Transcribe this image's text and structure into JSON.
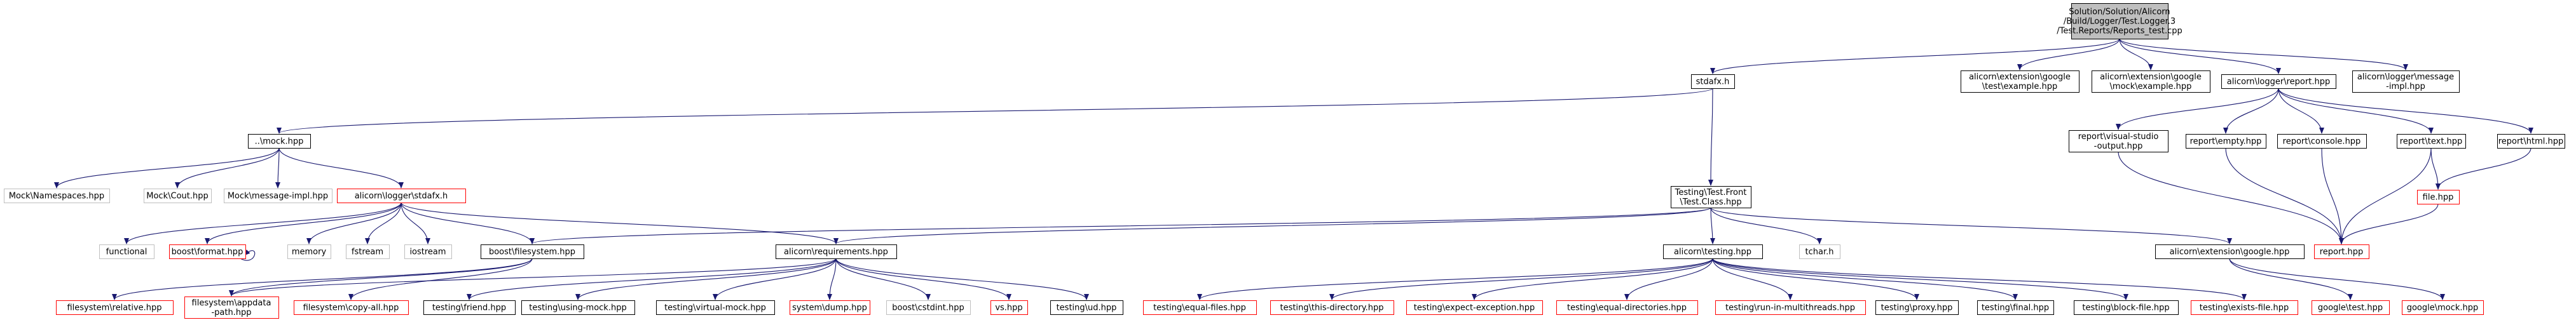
{
  "colors": {
    "edge": "#191970",
    "border_normal": "#000000",
    "border_missing": "#ff0000",
    "border_external": "#bfbfbf",
    "root_fill": "#bfbfbf",
    "node_fill": "#ffffff"
  },
  "nodes": [
    {
      "id": "root",
      "lines": [
        "Solution/Solution/Alicorn",
        "/Build/Logger/Test.Logger.3",
        "/Test.Reports/Reports_test.cpp"
      ],
      "kind": "root"
    },
    {
      "id": "stdafx",
      "lines": [
        "stdafx.h"
      ],
      "kind": "normal"
    },
    {
      "id": "google_test_example",
      "lines": [
        "alicorn\\extension\\google",
        "\\test\\example.hpp"
      ],
      "kind": "normal"
    },
    {
      "id": "google_mock_example",
      "lines": [
        "alicorn\\extension\\google",
        "\\mock\\example.hpp"
      ],
      "kind": "normal"
    },
    {
      "id": "logger_report",
      "lines": [
        "alicorn\\logger\\report.hpp"
      ],
      "kind": "normal"
    },
    {
      "id": "logger_message_impl",
      "lines": [
        "alicorn\\logger\\message",
        "-impl.hpp"
      ],
      "kind": "normal"
    },
    {
      "id": "mock",
      "lines": [
        "..\\mock.hpp"
      ],
      "kind": "normal"
    },
    {
      "id": "mock_namespaces",
      "lines": [
        "Mock\\Namespaces.hpp"
      ],
      "kind": "external"
    },
    {
      "id": "mock_cout",
      "lines": [
        "Mock\\Cout.hpp"
      ],
      "kind": "external"
    },
    {
      "id": "mock_message_impl",
      "lines": [
        "Mock\\message-impl.hpp"
      ],
      "kind": "external"
    },
    {
      "id": "logger_stdafx",
      "lines": [
        "alicorn\\logger\\stdafx.h"
      ],
      "kind": "missing"
    },
    {
      "id": "functional",
      "lines": [
        "functional"
      ],
      "kind": "external"
    },
    {
      "id": "boost_format",
      "lines": [
        "boost\\format.hpp"
      ],
      "kind": "missing"
    },
    {
      "id": "memory",
      "lines": [
        "memory"
      ],
      "kind": "external"
    },
    {
      "id": "fstream",
      "lines": [
        "fstream"
      ],
      "kind": "external"
    },
    {
      "id": "iostream",
      "lines": [
        "iostream"
      ],
      "kind": "external"
    },
    {
      "id": "boost_filesystem",
      "lines": [
        "boost\\filesystem.hpp"
      ],
      "kind": "normal"
    },
    {
      "id": "requirements",
      "lines": [
        "alicorn\\requirements.hpp"
      ],
      "kind": "normal"
    },
    {
      "id": "testing_front",
      "lines": [
        "Testing\\Test.Front",
        "\\Test.Class.hpp"
      ],
      "kind": "normal"
    },
    {
      "id": "tchar",
      "lines": [
        "tchar.h"
      ],
      "kind": "external"
    },
    {
      "id": "testing",
      "lines": [
        "alicorn\\testing.hpp"
      ],
      "kind": "normal"
    },
    {
      "id": "ext_google",
      "lines": [
        "alicorn\\extension\\google.hpp"
      ],
      "kind": "normal"
    },
    {
      "id": "report_vs",
      "lines": [
        "report\\visual-studio",
        "-output.hpp"
      ],
      "kind": "normal"
    },
    {
      "id": "report_empty",
      "lines": [
        "report\\empty.hpp"
      ],
      "kind": "normal"
    },
    {
      "id": "report_console",
      "lines": [
        "report\\console.hpp"
      ],
      "kind": "normal"
    },
    {
      "id": "report_text",
      "lines": [
        "report\\text.hpp"
      ],
      "kind": "normal"
    },
    {
      "id": "report_html",
      "lines": [
        "report\\html.hpp"
      ],
      "kind": "normal"
    },
    {
      "id": "file_hpp",
      "lines": [
        "file.hpp"
      ],
      "kind": "missing"
    },
    {
      "id": "report_hpp",
      "lines": [
        "report.hpp"
      ],
      "kind": "missing"
    },
    {
      "id": "fs_relative",
      "lines": [
        "filesystem\\relative.hpp"
      ],
      "kind": "missing"
    },
    {
      "id": "fs_appdata",
      "lines": [
        "filesystem\\appdata",
        "-path.hpp"
      ],
      "kind": "missing"
    },
    {
      "id": "fs_copy_all",
      "lines": [
        "filesystem\\copy-all.hpp"
      ],
      "kind": "missing"
    },
    {
      "id": "t_friend",
      "lines": [
        "testing\\friend.hpp"
      ],
      "kind": "normal"
    },
    {
      "id": "t_using_mock",
      "lines": [
        "testing\\using-mock.hpp"
      ],
      "kind": "normal"
    },
    {
      "id": "t_virtual_mock",
      "lines": [
        "testing\\virtual-mock.hpp"
      ],
      "kind": "normal"
    },
    {
      "id": "sys_dump",
      "lines": [
        "system\\dump.hpp"
      ],
      "kind": "missing"
    },
    {
      "id": "boost_cstdint",
      "lines": [
        "boost\\cstdint.hpp"
      ],
      "kind": "external"
    },
    {
      "id": "vs_hpp",
      "lines": [
        "vs.hpp"
      ],
      "kind": "missing"
    },
    {
      "id": "t_ud",
      "lines": [
        "testing\\ud.hpp"
      ],
      "kind": "normal"
    },
    {
      "id": "t_equal_files",
      "lines": [
        "testing\\equal-files.hpp"
      ],
      "kind": "missing"
    },
    {
      "id": "t_this_dir",
      "lines": [
        "testing\\this-directory.hpp"
      ],
      "kind": "missing"
    },
    {
      "id": "t_expect_exc",
      "lines": [
        "testing\\expect-exception.hpp"
      ],
      "kind": "missing"
    },
    {
      "id": "t_equal_dirs",
      "lines": [
        "testing\\equal-directories.hpp"
      ],
      "kind": "missing"
    },
    {
      "id": "t_multithreads",
      "lines": [
        "testing\\run-in-multithreads.hpp"
      ],
      "kind": "missing"
    },
    {
      "id": "t_proxy",
      "lines": [
        "testing\\proxy.hpp"
      ],
      "kind": "normal"
    },
    {
      "id": "t_final",
      "lines": [
        "testing\\final.hpp"
      ],
      "kind": "normal"
    },
    {
      "id": "t_block_file",
      "lines": [
        "testing\\block-file.hpp"
      ],
      "kind": "normal"
    },
    {
      "id": "t_exists_file",
      "lines": [
        "testing\\exists-file.hpp"
      ],
      "kind": "missing"
    },
    {
      "id": "google_test",
      "lines": [
        "google\\test.hpp"
      ],
      "kind": "missing"
    },
    {
      "id": "google_mock",
      "lines": [
        "google\\mock.hpp"
      ],
      "kind": "missing"
    }
  ],
  "edges": [
    [
      "root",
      "stdafx"
    ],
    [
      "root",
      "google_test_example"
    ],
    [
      "root",
      "google_mock_example"
    ],
    [
      "root",
      "logger_report"
    ],
    [
      "root",
      "logger_message_impl"
    ],
    [
      "stdafx",
      "mock"
    ],
    [
      "stdafx",
      "testing_front"
    ],
    [
      "mock",
      "mock_namespaces"
    ],
    [
      "mock",
      "mock_cout"
    ],
    [
      "mock",
      "mock_message_impl"
    ],
    [
      "mock",
      "logger_stdafx"
    ],
    [
      "logger_stdafx",
      "functional"
    ],
    [
      "logger_stdafx",
      "boost_format"
    ],
    [
      "logger_stdafx",
      "memory"
    ],
    [
      "logger_stdafx",
      "fstream"
    ],
    [
      "logger_stdafx",
      "iostream"
    ],
    [
      "logger_stdafx",
      "boost_filesystem"
    ],
    [
      "logger_stdafx",
      "requirements"
    ],
    [
      "boost_format",
      "boost_format"
    ],
    [
      "testing_front",
      "boost_filesystem"
    ],
    [
      "testing_front",
      "requirements"
    ],
    [
      "testing_front",
      "tchar"
    ],
    [
      "testing_front",
      "testing"
    ],
    [
      "testing_front",
      "ext_google"
    ],
    [
      "boost_filesystem",
      "fs_relative"
    ],
    [
      "boost_filesystem",
      "fs_appdata"
    ],
    [
      "boost_filesystem",
      "fs_copy_all"
    ],
    [
      "requirements",
      "t_friend"
    ],
    [
      "requirements",
      "t_using_mock"
    ],
    [
      "requirements",
      "t_virtual_mock"
    ],
    [
      "requirements",
      "sys_dump"
    ],
    [
      "requirements",
      "boost_cstdint"
    ],
    [
      "requirements",
      "vs_hpp"
    ],
    [
      "requirements",
      "t_ud"
    ],
    [
      "requirements",
      "fs_appdata"
    ],
    [
      "testing",
      "t_equal_files"
    ],
    [
      "testing",
      "t_this_dir"
    ],
    [
      "testing",
      "t_expect_exc"
    ],
    [
      "testing",
      "t_equal_dirs"
    ],
    [
      "testing",
      "t_multithreads"
    ],
    [
      "testing",
      "t_proxy"
    ],
    [
      "testing",
      "t_final"
    ],
    [
      "testing",
      "t_block_file"
    ],
    [
      "testing",
      "t_exists_file"
    ],
    [
      "ext_google",
      "google_test"
    ],
    [
      "ext_google",
      "google_mock"
    ],
    [
      "logger_report",
      "report_vs"
    ],
    [
      "logger_report",
      "report_empty"
    ],
    [
      "logger_report",
      "report_console"
    ],
    [
      "logger_report",
      "report_text"
    ],
    [
      "logger_report",
      "report_html"
    ],
    [
      "report_vs",
      "report_hpp"
    ],
    [
      "report_empty",
      "report_hpp"
    ],
    [
      "report_console",
      "report_hpp"
    ],
    [
      "report_text",
      "report_hpp"
    ],
    [
      "report_text",
      "file_hpp"
    ],
    [
      "report_html",
      "file_hpp"
    ],
    [
      "file_hpp",
      "report_hpp"
    ]
  ]
}
